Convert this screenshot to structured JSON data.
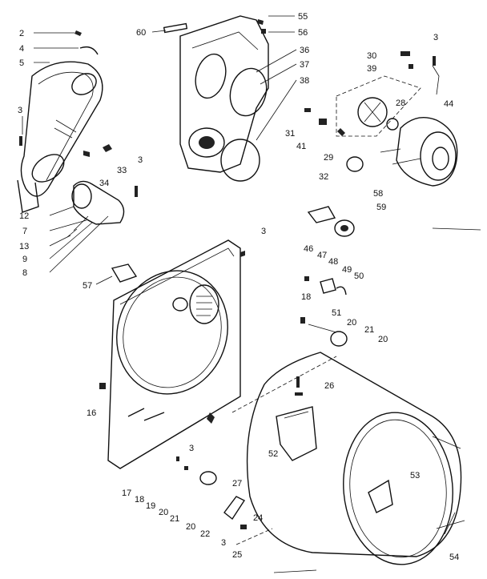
{
  "callouts": [
    {
      "id": "c2",
      "text": "2"
    },
    {
      "id": "c4",
      "text": "4"
    },
    {
      "id": "c5",
      "text": "5"
    },
    {
      "id": "c3a",
      "text": "3"
    },
    {
      "id": "c3b",
      "text": "3"
    },
    {
      "id": "c33",
      "text": "33"
    },
    {
      "id": "c34",
      "text": "34"
    },
    {
      "id": "c12",
      "text": "12"
    },
    {
      "id": "c7",
      "text": "7"
    },
    {
      "id": "c13",
      "text": "13"
    },
    {
      "id": "c9",
      "text": "9"
    },
    {
      "id": "c8",
      "text": "8"
    },
    {
      "id": "c60",
      "text": "60"
    },
    {
      "id": "c55",
      "text": "55"
    },
    {
      "id": "c56",
      "text": "56"
    },
    {
      "id": "c36",
      "text": "36"
    },
    {
      "id": "c37",
      "text": "37"
    },
    {
      "id": "c38",
      "text": "38"
    },
    {
      "id": "c3c",
      "text": "3"
    },
    {
      "id": "c30",
      "text": "30"
    },
    {
      "id": "c39",
      "text": "39"
    },
    {
      "id": "c28",
      "text": "28"
    },
    {
      "id": "c44",
      "text": "44"
    },
    {
      "id": "c31",
      "text": "31"
    },
    {
      "id": "c41",
      "text": "41"
    },
    {
      "id": "c29",
      "text": "29"
    },
    {
      "id": "c32",
      "text": "32"
    },
    {
      "id": "c58",
      "text": "58"
    },
    {
      "id": "c59",
      "text": "59"
    },
    {
      "id": "c3d",
      "text": "3"
    },
    {
      "id": "c57",
      "text": "57"
    },
    {
      "id": "c46",
      "text": "46"
    },
    {
      "id": "c47",
      "text": "47"
    },
    {
      "id": "c48",
      "text": "48"
    },
    {
      "id": "c49",
      "text": "49"
    },
    {
      "id": "c50",
      "text": "50"
    },
    {
      "id": "c18a",
      "text": "18"
    },
    {
      "id": "c51",
      "text": "51"
    },
    {
      "id": "c20a",
      "text": "20"
    },
    {
      "id": "c21a",
      "text": "21"
    },
    {
      "id": "c20b",
      "text": "20"
    },
    {
      "id": "c16",
      "text": "16"
    },
    {
      "id": "c26",
      "text": "26"
    },
    {
      "id": "c3e",
      "text": "3"
    },
    {
      "id": "c52",
      "text": "52"
    },
    {
      "id": "c17",
      "text": "17"
    },
    {
      "id": "c18b",
      "text": "18"
    },
    {
      "id": "c19",
      "text": "19"
    },
    {
      "id": "c20c",
      "text": "20"
    },
    {
      "id": "c21b",
      "text": "21"
    },
    {
      "id": "c20d",
      "text": "20"
    },
    {
      "id": "c22",
      "text": "22"
    },
    {
      "id": "c27",
      "text": "27"
    },
    {
      "id": "c24",
      "text": "24"
    },
    {
      "id": "c3f",
      "text": "3"
    },
    {
      "id": "c25",
      "text": "25"
    },
    {
      "id": "c53",
      "text": "53"
    },
    {
      "id": "c54",
      "text": "54"
    }
  ]
}
